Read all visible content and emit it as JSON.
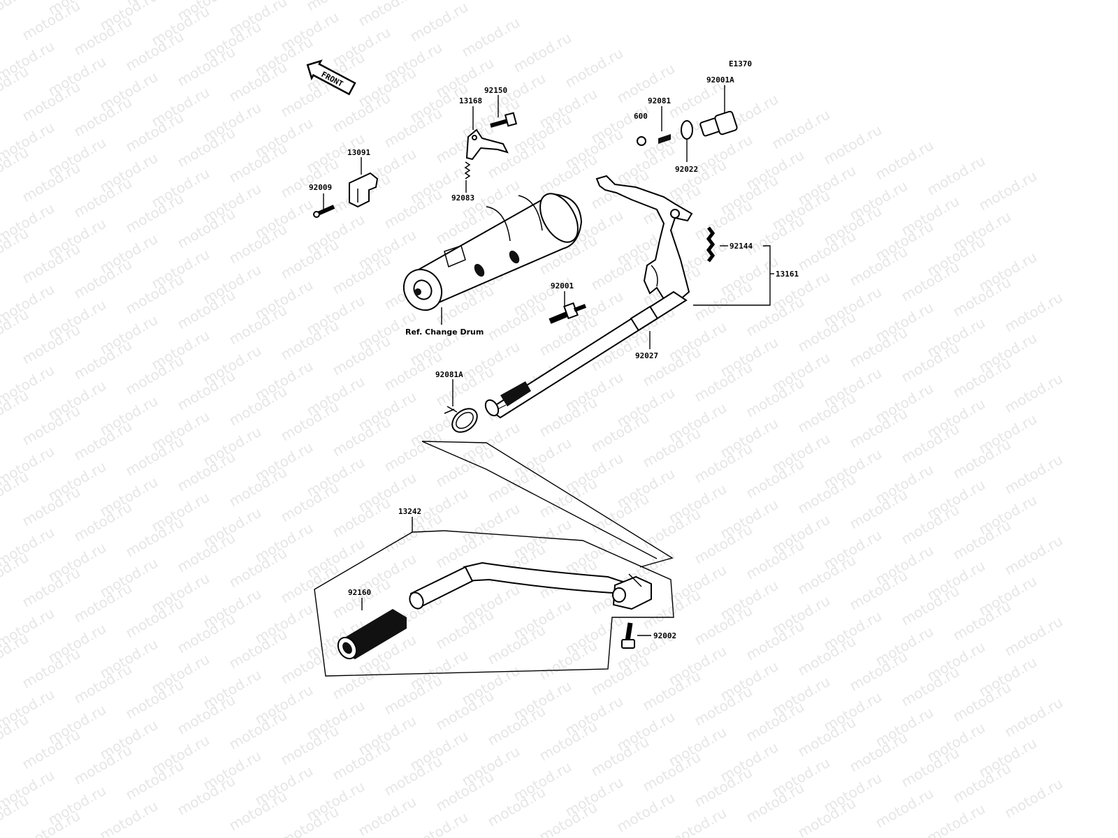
{
  "diagram": {
    "code": "E1370",
    "front_label": "FRONT",
    "watermark": "motod.ru",
    "parts": {
      "p13091": "13091",
      "p92009": "92009",
      "p13168": "13168",
      "p92150": "92150",
      "p92083": "92083",
      "p600": "600",
      "p92081": "92081",
      "p92001A": "92001A",
      "p92022": "92022",
      "p92144": "92144",
      "p13161": "13161",
      "p92001": "92001",
      "p92027": "92027",
      "p92081A": "92081A",
      "p13242": "13242",
      "p92160": "92160",
      "p92002": "92002"
    },
    "ref_change_drum": "Ref. Change Drum"
  }
}
